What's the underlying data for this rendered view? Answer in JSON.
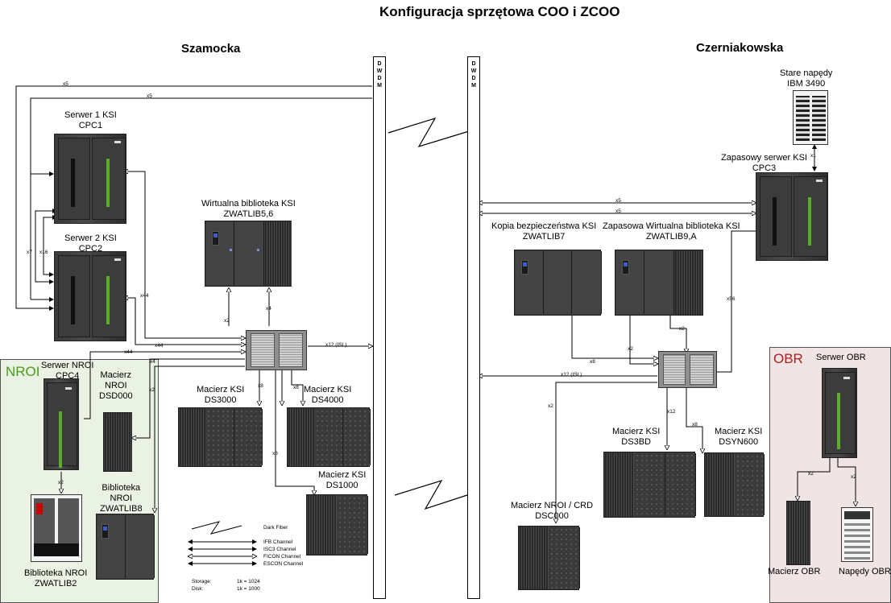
{
  "title": "Konfiguracja sprzętowa COO i ZCOO",
  "sites": {
    "left": "Szamocka",
    "right": "Czerniakowska"
  },
  "dwdm_label": [
    "D",
    "W",
    "D",
    "M"
  ],
  "regions": {
    "nroi": "NROI",
    "obr": "OBR"
  },
  "devices": {
    "server1": [
      "Serwer 1 KSI",
      "CPC1"
    ],
    "server2": [
      "Serwer 2 KSI",
      "CPC2"
    ],
    "vlib_ksi": [
      "Wirtualna biblioteka KSI",
      "ZWATLIB5,6"
    ],
    "server_nroi": [
      "Serwer NROI",
      "CPC4"
    ],
    "array_nroi": [
      "Macierz",
      "NROI",
      "DSD000"
    ],
    "lib_nroi8": [
      "Biblioteka",
      "NROI",
      "ZWATLIB8"
    ],
    "lib_nroi2": [
      "Biblioteka NROI",
      "ZWATLIB2"
    ],
    "ds3000": [
      "Macierz KSI",
      "DS3000"
    ],
    "ds4000": [
      "Macierz KSI",
      "DS4000"
    ],
    "ds1000": [
      "Macierz KSI",
      "DS1000"
    ],
    "tapes_old": [
      "Stare napędy",
      "IBM 3490"
    ],
    "server_backup": [
      "Zapasowy serwer KSI",
      "CPC3"
    ],
    "copy_ksi": [
      "Kopia bezpieczeństwa KSI",
      "ZWATLIB7"
    ],
    "vlib_backup": [
      "Zapasowa Wirtualna biblioteka KSI",
      "ZWATLIB9,A"
    ],
    "ds3bd": [
      "Macierz KSI",
      "DS3BD"
    ],
    "dsyn600": [
      "Macierz KSI",
      "DSYN600"
    ],
    "dsc000": [
      "Macierz NROI / CRD",
      "DSC000"
    ],
    "server_obr": [
      "Serwer OBR"
    ],
    "array_obr": [
      "Macierz OBR"
    ],
    "tapes_obr": [
      "Napędy OBR"
    ]
  },
  "link_labels": {
    "x5_top": "x5",
    "x5_mid": "x5",
    "x5_right1": "x5",
    "x5_right2": "x5",
    "x7": "x7",
    "x16": "x16",
    "x44_a": "x44",
    "x44_b": "x44",
    "x44_c": "x44",
    "x4_nroi": "x4",
    "x2_nroi": "x2",
    "x2_vlib": "x2",
    "x4_vlib": "x4",
    "x12_isl_left": "x12 (ISL)",
    "x8_ds3000": "x8",
    "x8_ds4000": "x8",
    "x8_ds1000": "x8",
    "x2_cpc4": "x2",
    "x1": "x1",
    "x56": "x56",
    "x8_copy": "x8",
    "x2_vlib_b1": "x2",
    "x2_vlib_b2": "x2",
    "x12_isl_right": "x12 (ISL)",
    "x2_dsc": "x2",
    "x12_ds3bd": "x12",
    "x8_dsyn": "x8",
    "x2_obr_a": "x2",
    "x2_obr_b": "x2"
  },
  "legend": {
    "dark_fiber": "Dark Fiber",
    "ifb": "IFB Channel",
    "isc3": "ISC3 Channel",
    "ficon": "FICON Channel",
    "escon": "ESCON Channel",
    "storage_label": "Storage:",
    "storage_value": "1k = 1024",
    "disk_label": "Disk:",
    "disk_value": "1k = 1000"
  }
}
